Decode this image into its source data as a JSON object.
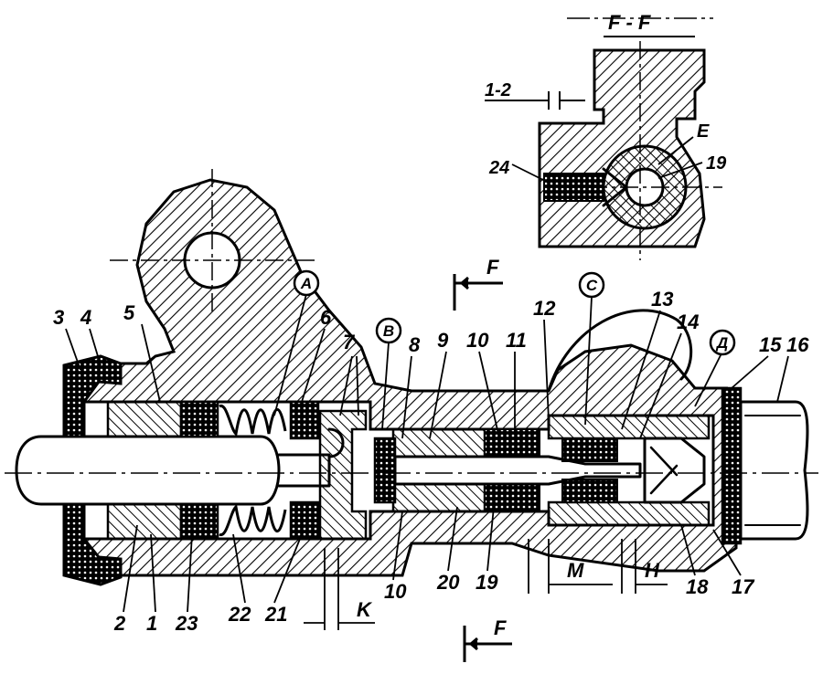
{
  "section": {
    "title": "F - F",
    "dimension": "1-2",
    "labels": [
      "24",
      "E",
      "19"
    ]
  },
  "cut_marks": {
    "letter": "F"
  },
  "zone_labels": [
    "A",
    "B",
    "C",
    "Д"
  ],
  "part_numbers": [
    "3",
    "4",
    "5",
    "6",
    "7",
    "8",
    "9",
    "10",
    "11",
    "12",
    "13",
    "14",
    "15",
    "16",
    "2",
    "1",
    "23",
    "22",
    "21",
    "10",
    "20",
    "19",
    "18",
    "17"
  ],
  "dimension_labels": [
    "K",
    "M",
    "H"
  ],
  "colors": {
    "ink": "#000000",
    "paper": "#ffffff"
  }
}
